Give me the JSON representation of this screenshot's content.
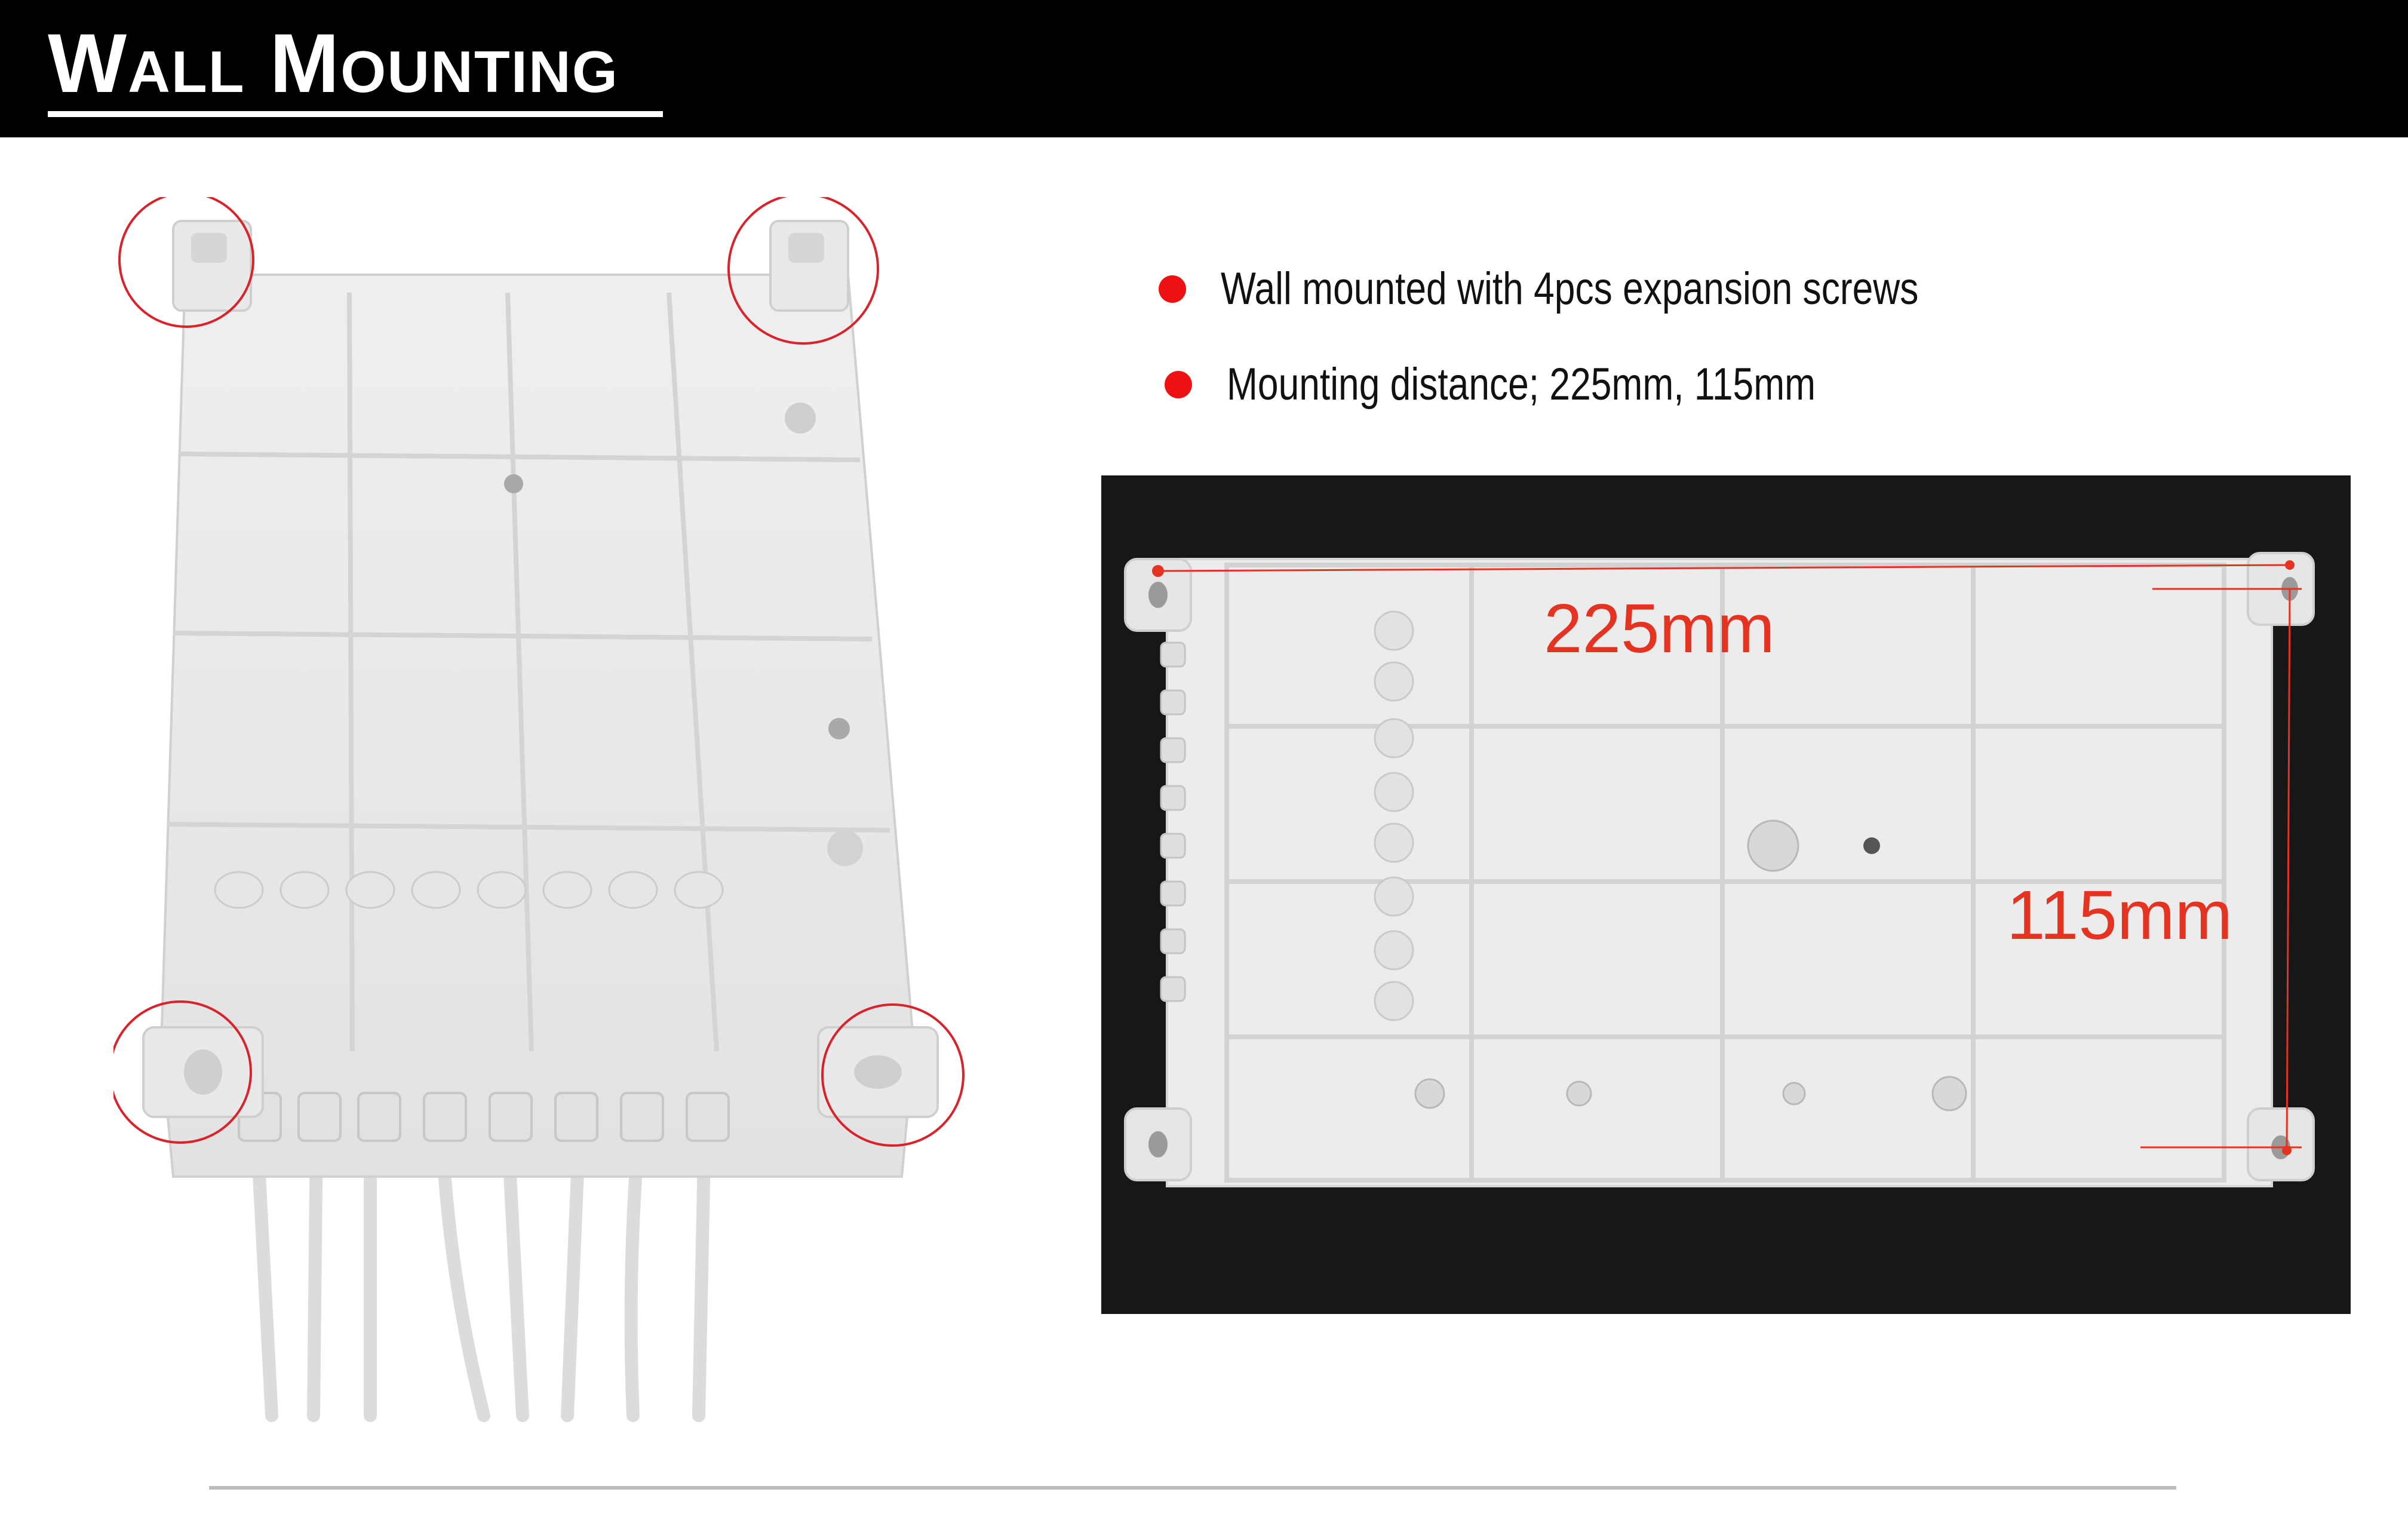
{
  "header": {
    "title": "Wall Mounting"
  },
  "bullets": [
    {
      "text": "Wall mounted with 4pcs expansion screws"
    },
    {
      "text": "Mounting distance; 225mm, 115mm"
    }
  ],
  "dimension_photo": {
    "width_label": "225mm",
    "height_label": "115mm"
  },
  "colors": {
    "header_background": "#000000",
    "header_text": "#ffffff",
    "bullet_accent": "#ee1111",
    "annotation_red": "#e53322",
    "circle_highlight": "#d9232a"
  }
}
